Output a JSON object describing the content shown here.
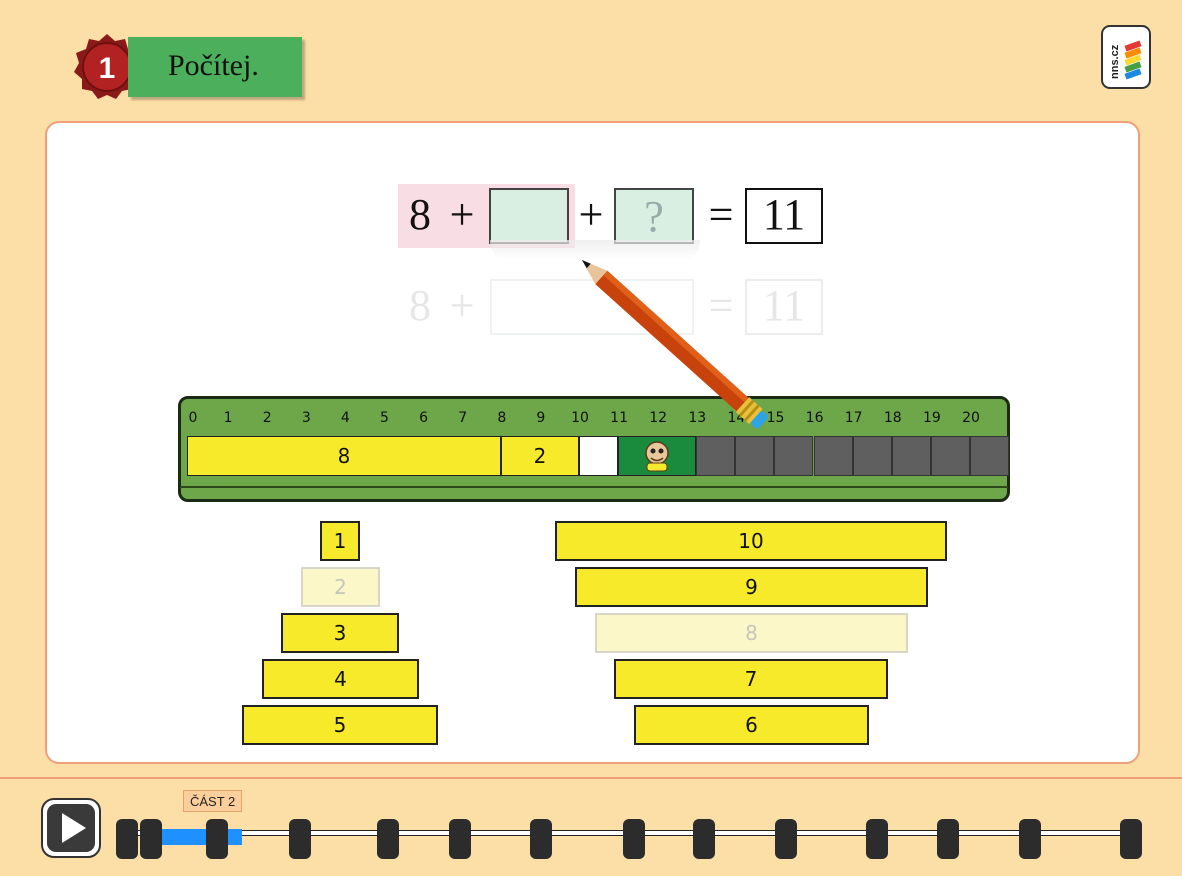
{
  "header": {
    "task_number": "1",
    "title": "Počítej.",
    "logo_text": "nns.cz"
  },
  "equation": {
    "term1": "8",
    "plus1": "+",
    "box1_value": "",
    "plus2": "+",
    "box2_value": "?",
    "equals": "=",
    "result": "11"
  },
  "ghost_equation": {
    "term1": "8",
    "plus": "+",
    "equals": "=",
    "result": "11"
  },
  "number_line": {
    "ticks": [
      "0",
      "1",
      "2",
      "3",
      "4",
      "5",
      "6",
      "7",
      "8",
      "9",
      "10",
      "11",
      "12",
      "13",
      "14",
      "15",
      "16",
      "17",
      "18",
      "19",
      "20"
    ],
    "segment_8": "8",
    "segment_2": "2"
  },
  "pieces_left": {
    "p1": "1",
    "p2": "2",
    "p3": "3",
    "p4": "4",
    "p5": "5"
  },
  "pieces_right": {
    "p10": "10",
    "p9": "9",
    "p8": "8",
    "p7": "7",
    "p6": "6"
  },
  "player": {
    "part_label": "ČÁST 2",
    "knob_count": 14,
    "progress_fraction": 0.12
  },
  "colors": {
    "background": "#fbdfa6",
    "title_green": "#4caf5c",
    "piece_yellow": "#f7ea2b",
    "board_green": "#6ea64a",
    "progress_blue": "#1e90ff"
  }
}
